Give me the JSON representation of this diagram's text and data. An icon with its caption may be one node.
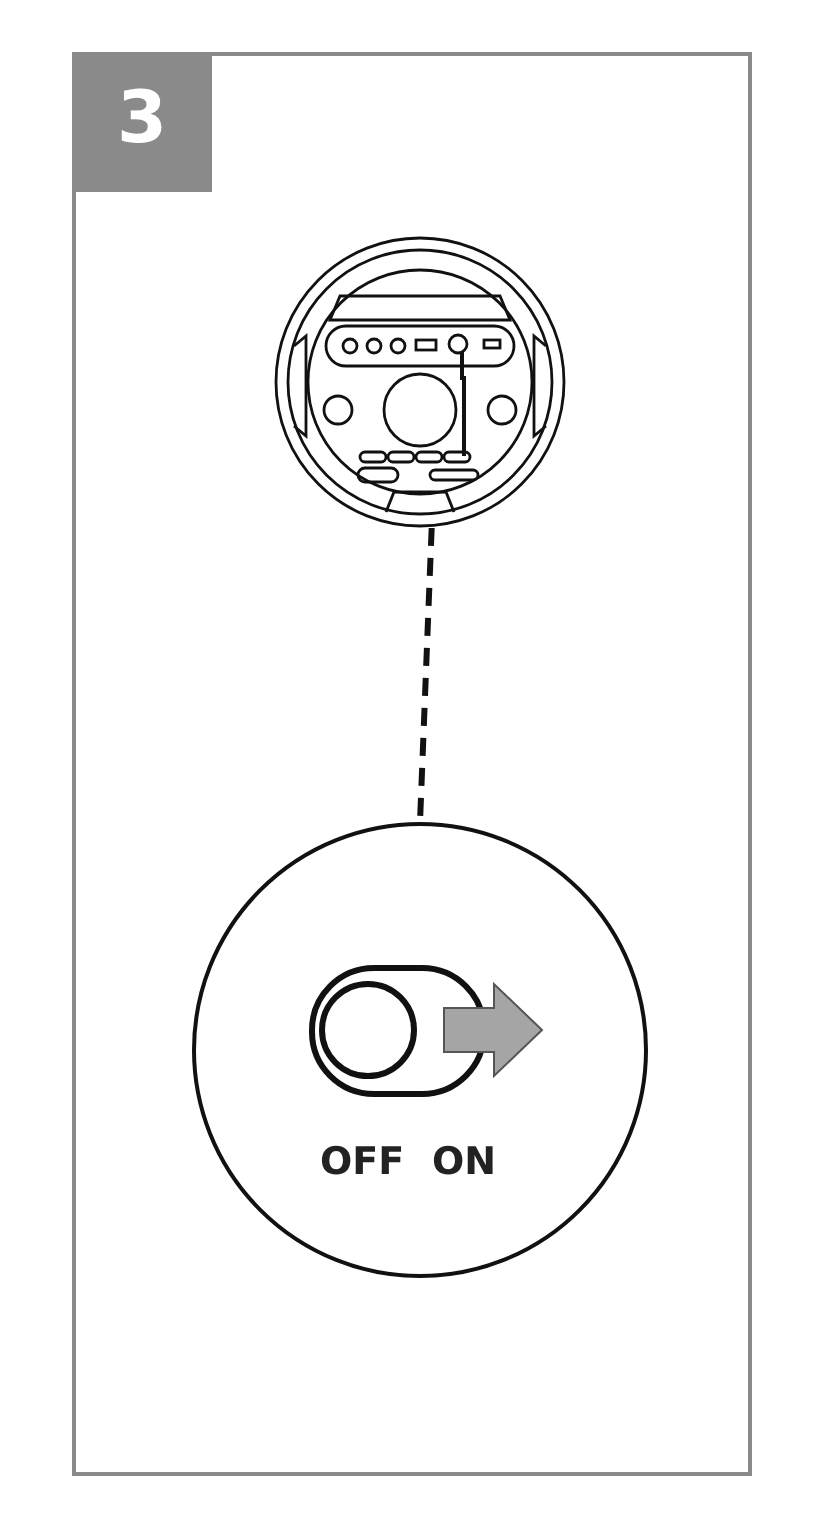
{
  "diagram": {
    "nodes": [
      {
        "text": [
          "3"
        ]
      },
      {
        "text": [],
        "shape": "picture"
      },
      {
        "text": [
          "OFF",
          "ON"
        ]
      }
    ],
    "edges": [
      {
        "from": 1,
        "to": 2,
        "arrow": "none",
        "style": "dashed"
      }
    ]
  }
}
